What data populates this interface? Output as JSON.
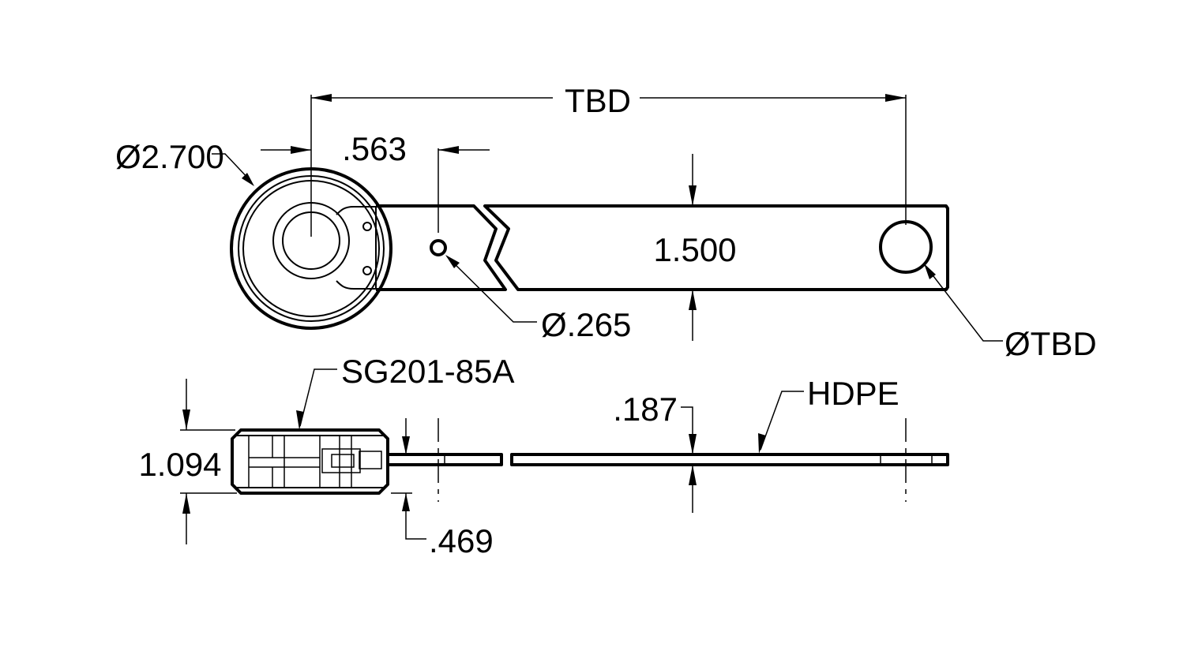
{
  "dimensions": {
    "length": "TBD",
    "outer_diameter": "Ø2.700",
    "offset": ".563",
    "width": "1.500",
    "small_hole_diameter": "Ø.265",
    "end_hole_diameter": "ØTBD",
    "hub_height": "1.094",
    "part_number": "SG201-85A",
    "thickness": ".187",
    "material": "HDPE",
    "hub_offset": ".469"
  }
}
